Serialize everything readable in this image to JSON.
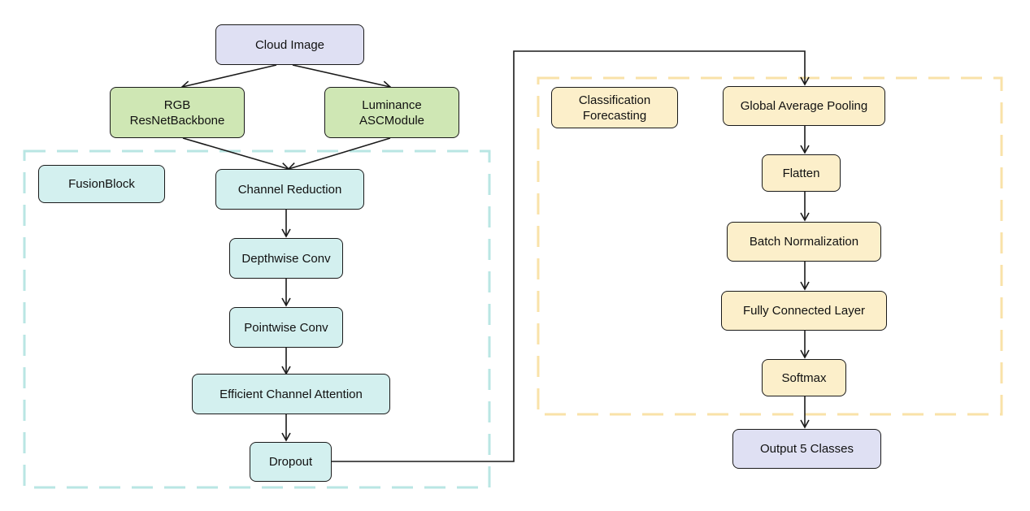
{
  "nodes": {
    "cloud_image": "Cloud Image",
    "rgb_backbone": "RGB\nResNetBackbone",
    "luminance_asc": "Luminance\nASCModule",
    "fusion_block": "FusionBlock",
    "channel_reduction": "Channel Reduction",
    "depthwise_conv": "Depthwise Conv",
    "pointwise_conv": "Pointwise Conv",
    "efficient_channel_attention": "Efficient Channel Attention",
    "dropout": "Dropout",
    "classification_forecasting": "Classification\nForecasting",
    "global_average_pooling": "Global Average Pooling",
    "flatten": "Flatten",
    "batch_normalization": "Batch Normalization",
    "fully_connected_layer": "Fully Connected Layer",
    "softmax": "Softmax",
    "output_classes": "Output 5 Classes"
  },
  "colors": {
    "input_output": "#dfe0f3",
    "backbone": "#cfe7b4",
    "fusion": "#d3f0ef",
    "classifier": "#fcefca",
    "fusion_region_border": "#b9e6e3",
    "classifier_region_border": "#f9e2a8",
    "edge": "#1a1a1a"
  }
}
